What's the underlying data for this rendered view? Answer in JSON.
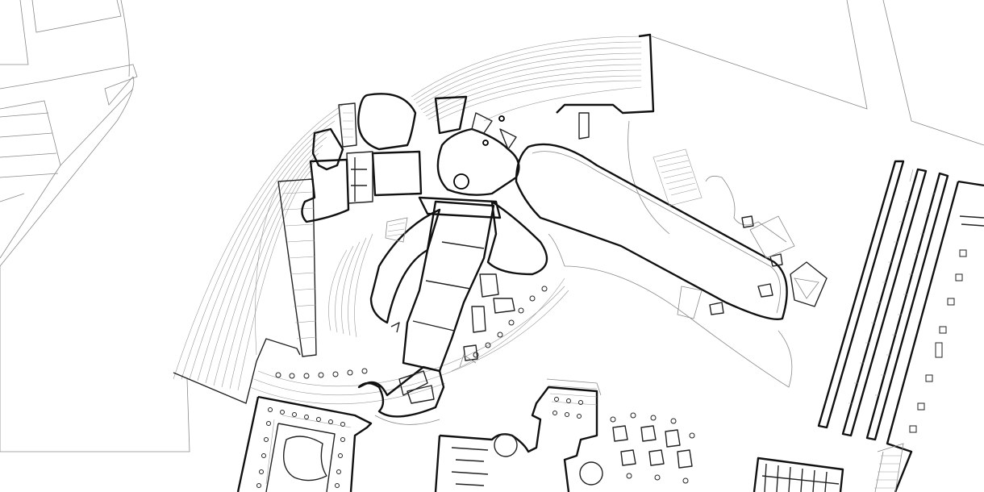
{
  "drawing": {
    "kind": "architectural site plan",
    "colors": {
      "background": "#ffffff",
      "line": "#111111",
      "thin_line": "#8a8a8a"
    },
    "regions": [
      "site-boundary",
      "museum-building",
      "reflecting-pool",
      "entry-plaza",
      "north-terraces",
      "west-terraces",
      "right-colonnade-block",
      "bottom-left-courtyard-building",
      "bottom-center-complex",
      "bottom-right-block"
    ]
  }
}
